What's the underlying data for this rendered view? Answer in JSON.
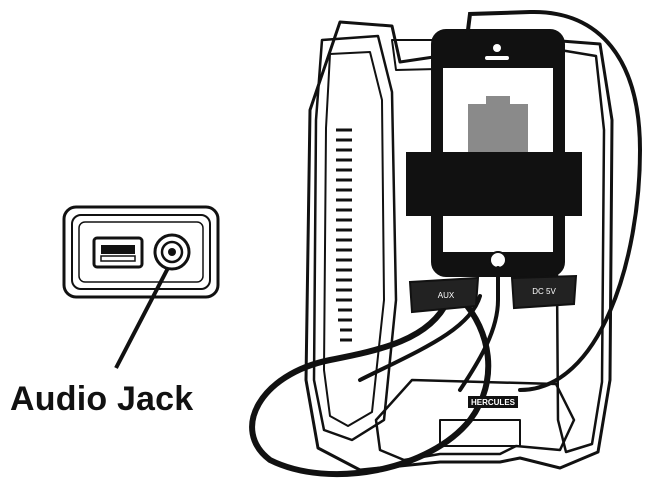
{
  "callout": {
    "label": "Audio Jack"
  },
  "panel_labels": {
    "aux": "AUX",
    "dc": "DC 5V",
    "brand": "HERCULES"
  },
  "colors": {
    "ink": "#111111",
    "battery_fill": "#8a8a8a",
    "screen": "#ffffff",
    "strap": "#111111"
  }
}
